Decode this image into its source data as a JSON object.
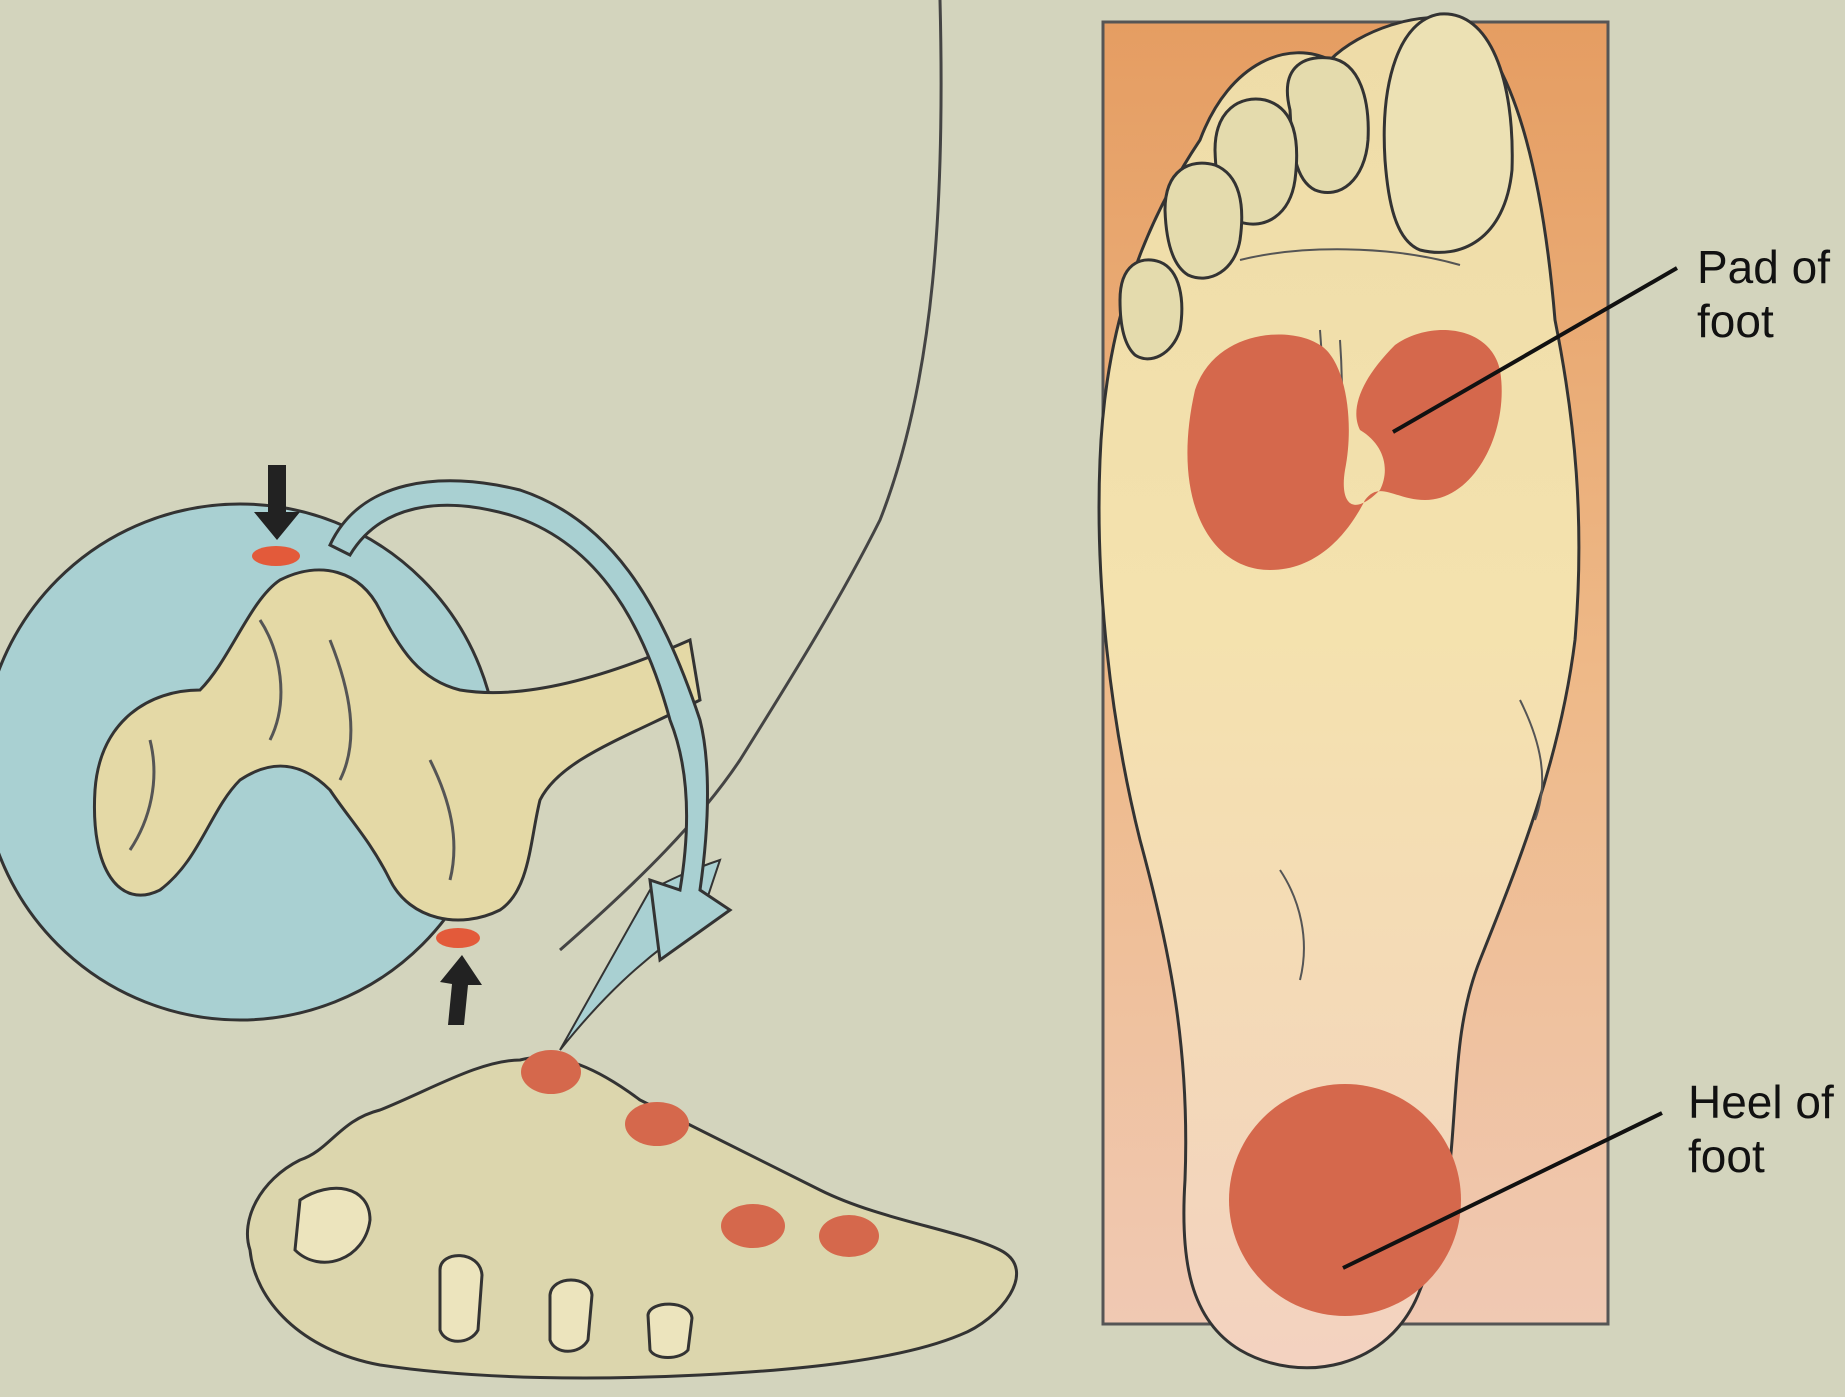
{
  "labels": {
    "pad_line1": "Pad of",
    "pad_line2": "foot",
    "heel_line1": "Heel of",
    "heel_line2": "foot"
  },
  "colors": {
    "background": "#d3d4bd",
    "pain_area": "#d5684c",
    "sole_panel": "#e8ae7c",
    "skin": "#e8dfb3",
    "magnifier": "#a9d0d2",
    "outline": "#333333"
  }
}
